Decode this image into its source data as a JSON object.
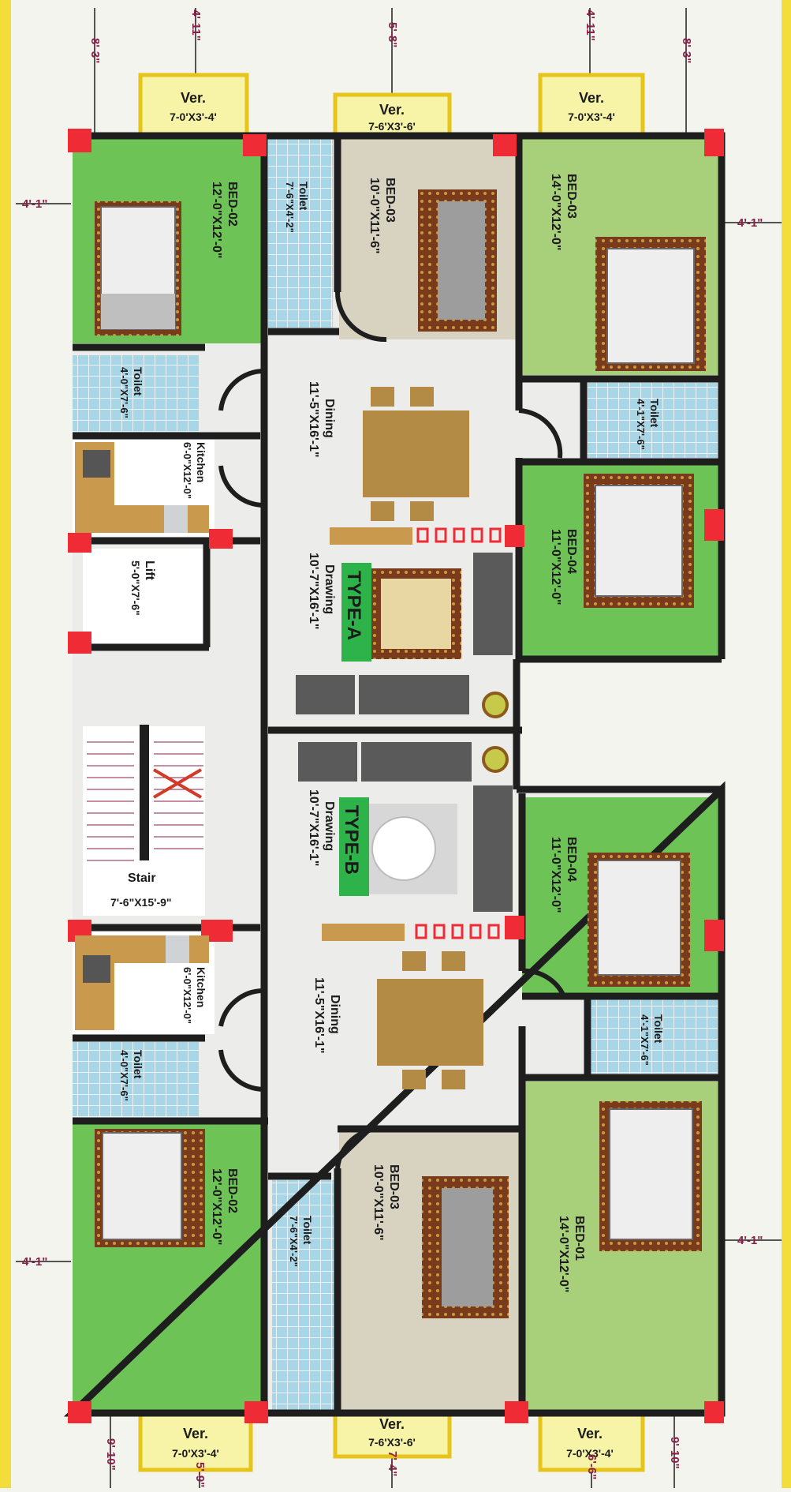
{
  "colors": {
    "wall": "#1e1e1e",
    "column": "#ef2b35",
    "bedroom_green": "#6ec357",
    "master_green": "#a8d07a",
    "bed03_beige": "#d8d2c1",
    "toilet_tile": "#a9d6e6",
    "floor": "#ececea",
    "veranda": "#f7f4a8",
    "veranda_border": "#e6c41a",
    "type_label": "#2db34a",
    "dimension_text": "#8a1f4a",
    "kitchen_wood": "#c99a4e",
    "sofa": "#5a5a5a",
    "pillow": "#c6c94a",
    "table_wood": "#b38b45",
    "outer_blue": "#1d3fb0"
  },
  "top_dimensions": [
    "8'-3\"",
    "4'-11\"",
    "5'-8\"",
    "4'-11\"",
    "8'-3\""
  ],
  "bottom_dimensions": [
    "9'-10\"",
    "5'-9\"",
    "7'-4\"",
    "6'-6\"",
    "9'-10\""
  ],
  "left_dimensions": [
    "4'-1\"",
    "4'-1\""
  ],
  "right_dimensions": [
    "4'-1\"",
    "4'-1\""
  ],
  "verandas": {
    "top_left": {
      "name": "Ver.",
      "size": "7-0'X3'-4'"
    },
    "top_center": {
      "name": "Ver.",
      "size": "7-6'X3'-6'"
    },
    "top_right": {
      "name": "Ver.",
      "size": "7-0'X3'-4'"
    },
    "bottom_left": {
      "name": "Ver.",
      "size": "7-0'X3'-4'"
    },
    "bottom_center": {
      "name": "Ver.",
      "size": "7-6'X3'-6'"
    },
    "bottom_right": {
      "name": "Ver.",
      "size": "7-0'X3'-4'"
    }
  },
  "type_a": {
    "label": "TYPE-A",
    "bed02": {
      "name": "BED-02",
      "size": "12'-0\"X12'-0\""
    },
    "toilet_top": {
      "name": "Toilet",
      "size": "7'-6\"X4'-2\""
    },
    "bed03": {
      "name": "BED-03",
      "size": "10'-0\"X11'-6\""
    },
    "bed03_master": {
      "name": "BED-03",
      "size": "14'-0\"X12'-0\""
    },
    "toilet_left": {
      "name": "Toilet",
      "size": "4'-0\"X7'-6\""
    },
    "kitchen": {
      "name": "Kitchen",
      "size": "6'-0\"X12'-0\""
    },
    "dining": {
      "name": "Dining",
      "size": "11'-5\"X16'-1\""
    },
    "toilet_right": {
      "name": "Toilet",
      "size": "4'-1\"X7'-6\""
    },
    "bed04": {
      "name": "BED-04",
      "size": "11'-0\"X12'-0\""
    },
    "drawing": {
      "name": "Drawing",
      "size": "10'-7\"X16'-1\""
    }
  },
  "type_b": {
    "label": "TYPE-B",
    "drawing": {
      "name": "Drawing",
      "size": "10'-7\"X16'-1\""
    },
    "bed04": {
      "name": "BED-04",
      "size": "11'-0\"X12'-0\""
    },
    "kitchen": {
      "name": "Kitchen",
      "size": "6'-0\"X12'-0\""
    },
    "dining": {
      "name": "Dining",
      "size": "11'-5\"X16'-1\""
    },
    "toilet_left": {
      "name": "Toilet",
      "size": "4'-0\"X7'-6\""
    },
    "toilet_right": {
      "name": "Toilet",
      "size": "4'-1\"X7'-6\""
    },
    "bed02": {
      "name": "BED-02",
      "size": "12'-0\"X12'-0\""
    },
    "toilet_bottom": {
      "name": "Toilet",
      "size": "7'-6\"X4'-2\""
    },
    "bed03": {
      "name": "BED-03",
      "size": "10'-0\"X11'-6\""
    },
    "bed01": {
      "name": "BED-01",
      "size": "14'-0\"X12'-0\""
    }
  },
  "lift": {
    "name": "Lift",
    "size": "5'-0\"X7'-6\""
  },
  "stair": {
    "name": "Stair",
    "size": "7'-6\"X15'-9\""
  }
}
